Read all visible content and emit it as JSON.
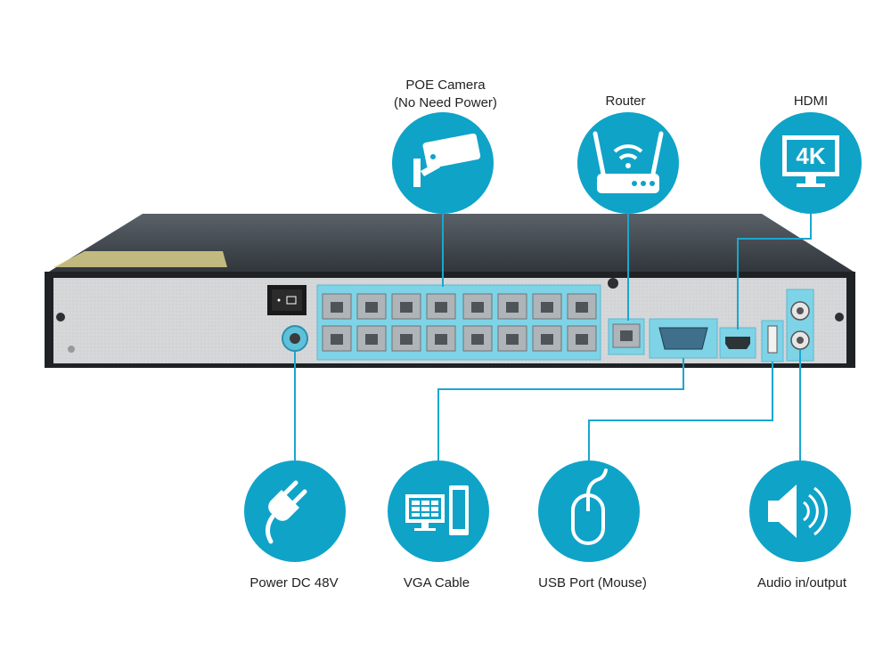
{
  "labels": {
    "poe_camera": "POE Camera",
    "poe_camera_note": "(No Need Power)",
    "router": "Router",
    "hdmi": "HDMI",
    "hdmi_badge": "4K",
    "power": "Power DC 48V",
    "vga": "VGA Cable",
    "usb": "USB Port (Mouse)",
    "audio": "Audio in/output"
  },
  "colors": {
    "accent": "#0fa3c8",
    "connector_line": "#1aa7cf",
    "port_highlight": "#7fd3e6",
    "device_top": "#3c4248",
    "device_panel": "#d9dadc"
  }
}
